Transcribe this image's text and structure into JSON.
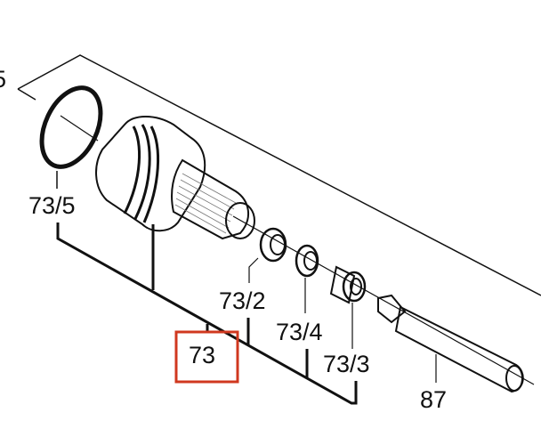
{
  "diagram": {
    "labels": {
      "partial_left": "5",
      "o_ring": "73/5",
      "washer_1": "73/2",
      "washer_2": "73/4",
      "sleeve": "73/3",
      "assembly": "73",
      "bit_holder": "87"
    },
    "highlight_color": "#d0381f"
  }
}
